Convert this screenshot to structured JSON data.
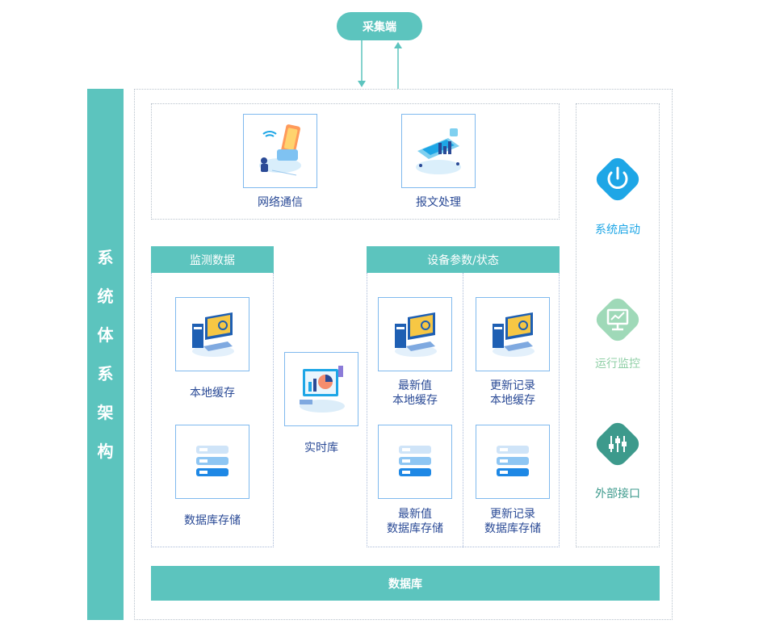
{
  "top_node": "采集端",
  "side_title": [
    "系",
    "统",
    "体",
    "系",
    "架",
    "构"
  ],
  "comm": {
    "network": "网络通信",
    "message": "报文处理"
  },
  "monitor": {
    "header": "监测数据",
    "local_cache": "本地缓存",
    "db_storage": "数据库存储"
  },
  "realtime": "实时库",
  "device": {
    "header": "设备参数/状态",
    "latest_local_1": "最新值",
    "latest_local_2": "本地缓存",
    "update_local_1": "更新记录",
    "update_local_2": "本地缓存",
    "latest_db_1": "最新值",
    "latest_db_2": "数据库存储",
    "update_db_1": "更新记录",
    "update_db_2": "数据库存储"
  },
  "right": {
    "startup": "系统启动",
    "monitor": "运行监控",
    "interface": "外部接口"
  },
  "database": "数据库",
  "colors": {
    "teal": "#5cc4be",
    "blue_icon": "#1ea6e6",
    "green_icon": "#9fd9b8",
    "dark_teal_icon": "#3d9a8c",
    "caption": "#2a4a96"
  }
}
